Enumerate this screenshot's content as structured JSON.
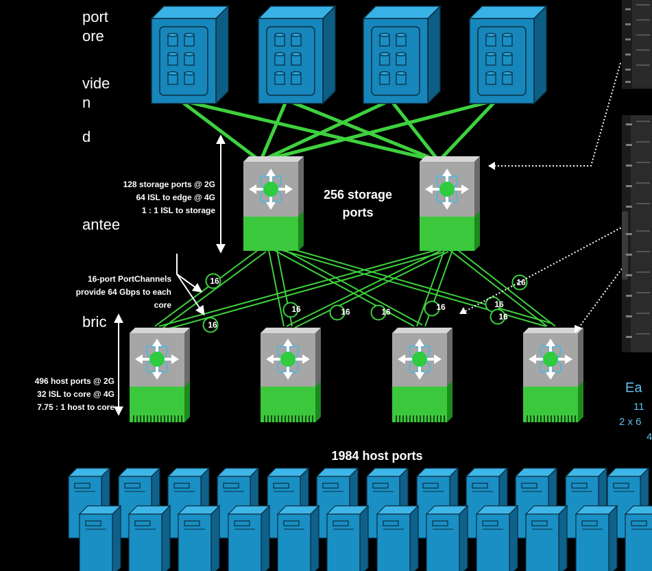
{
  "left_text": [
    {
      "text": "port"
    },
    {
      "text": "ore"
    },
    {
      "text": "vide"
    },
    {
      "text": "n"
    },
    {
      "text": "d"
    },
    {
      "text": "antee"
    },
    {
      "text": "bric"
    }
  ],
  "labels": {
    "storage_ports": [
      "256 storage",
      "ports"
    ],
    "host_ports": "1984 host ports",
    "core_note": [
      "128 storage ports @ 2G",
      "64 ISL to edge @ 4G",
      "1 : 1 ISL to storage"
    ],
    "portchannel_note": [
      "16-port PortChannels",
      "provide 64 Gbps to each",
      "core"
    ],
    "edge_note": [
      "496 host ports @ 2G",
      "32 ISL to core @ 4G",
      "7.75 : 1 host to core"
    ],
    "right_note": [
      "Ea",
      "11",
      "2 x 6",
      "4"
    ]
  },
  "badge_value": "16",
  "colors": {
    "link": "#3ed13e",
    "device_blue": "#1a8fc4",
    "switch_green": "#3cc83c",
    "switch_grey": "#a6a6a6",
    "accent_text": "#5fc1ea"
  }
}
